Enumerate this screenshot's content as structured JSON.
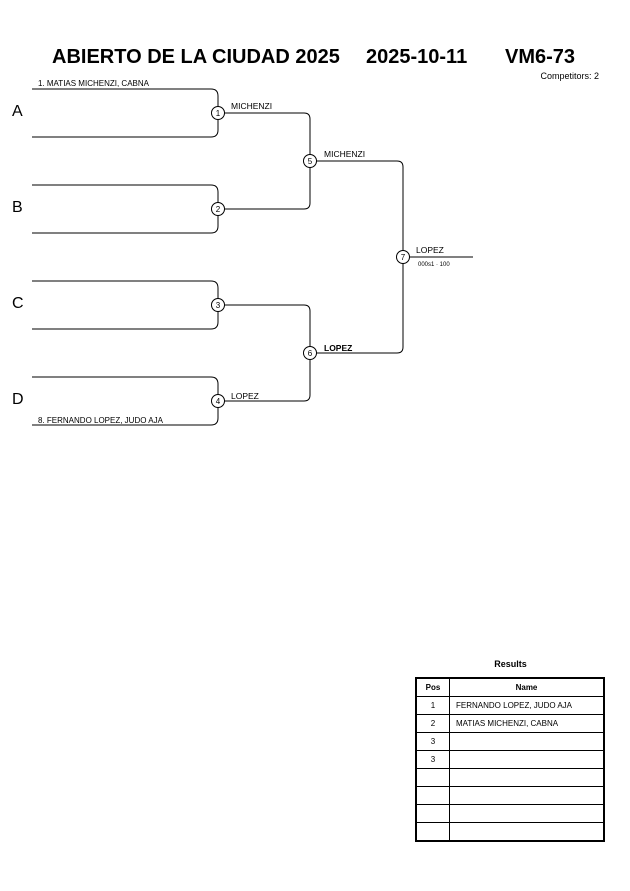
{
  "header": {
    "tournament": "ABIERTO DE LA CIUDAD 2025",
    "date": "2025-10-11",
    "category": "VM6-73",
    "competitors": "Competitors: 2"
  },
  "pools": [
    "A",
    "B",
    "C",
    "D"
  ],
  "entries": {
    "top": "1. MATIAS MICHENZI, CABNA",
    "bottom": "8. FERNANDO LOPEZ, JUDO AJA"
  },
  "matches": [
    {
      "number": "1",
      "winner": "MICHENZI"
    },
    {
      "number": "2",
      "winner": ""
    },
    {
      "number": "3",
      "winner": ""
    },
    {
      "number": "4",
      "winner": "LOPEZ"
    },
    {
      "number": "5",
      "winner": "MICHENZI"
    },
    {
      "number": "6",
      "winner": "LOPEZ"
    },
    {
      "number": "7",
      "winner": "LOPEZ",
      "score": "000s1 · 100"
    }
  ],
  "results": {
    "title": "Results",
    "headers": {
      "pos": "Pos",
      "name": "Name"
    },
    "rows": [
      {
        "pos": "1",
        "name": "FERNANDO LOPEZ, JUDO AJA"
      },
      {
        "pos": "2",
        "name": "MATIAS MICHENZI, CABNA"
      },
      {
        "pos": "3",
        "name": ""
      },
      {
        "pos": "3",
        "name": ""
      },
      {
        "pos": "",
        "name": ""
      },
      {
        "pos": "",
        "name": ""
      },
      {
        "pos": "",
        "name": ""
      },
      {
        "pos": "",
        "name": ""
      }
    ]
  }
}
